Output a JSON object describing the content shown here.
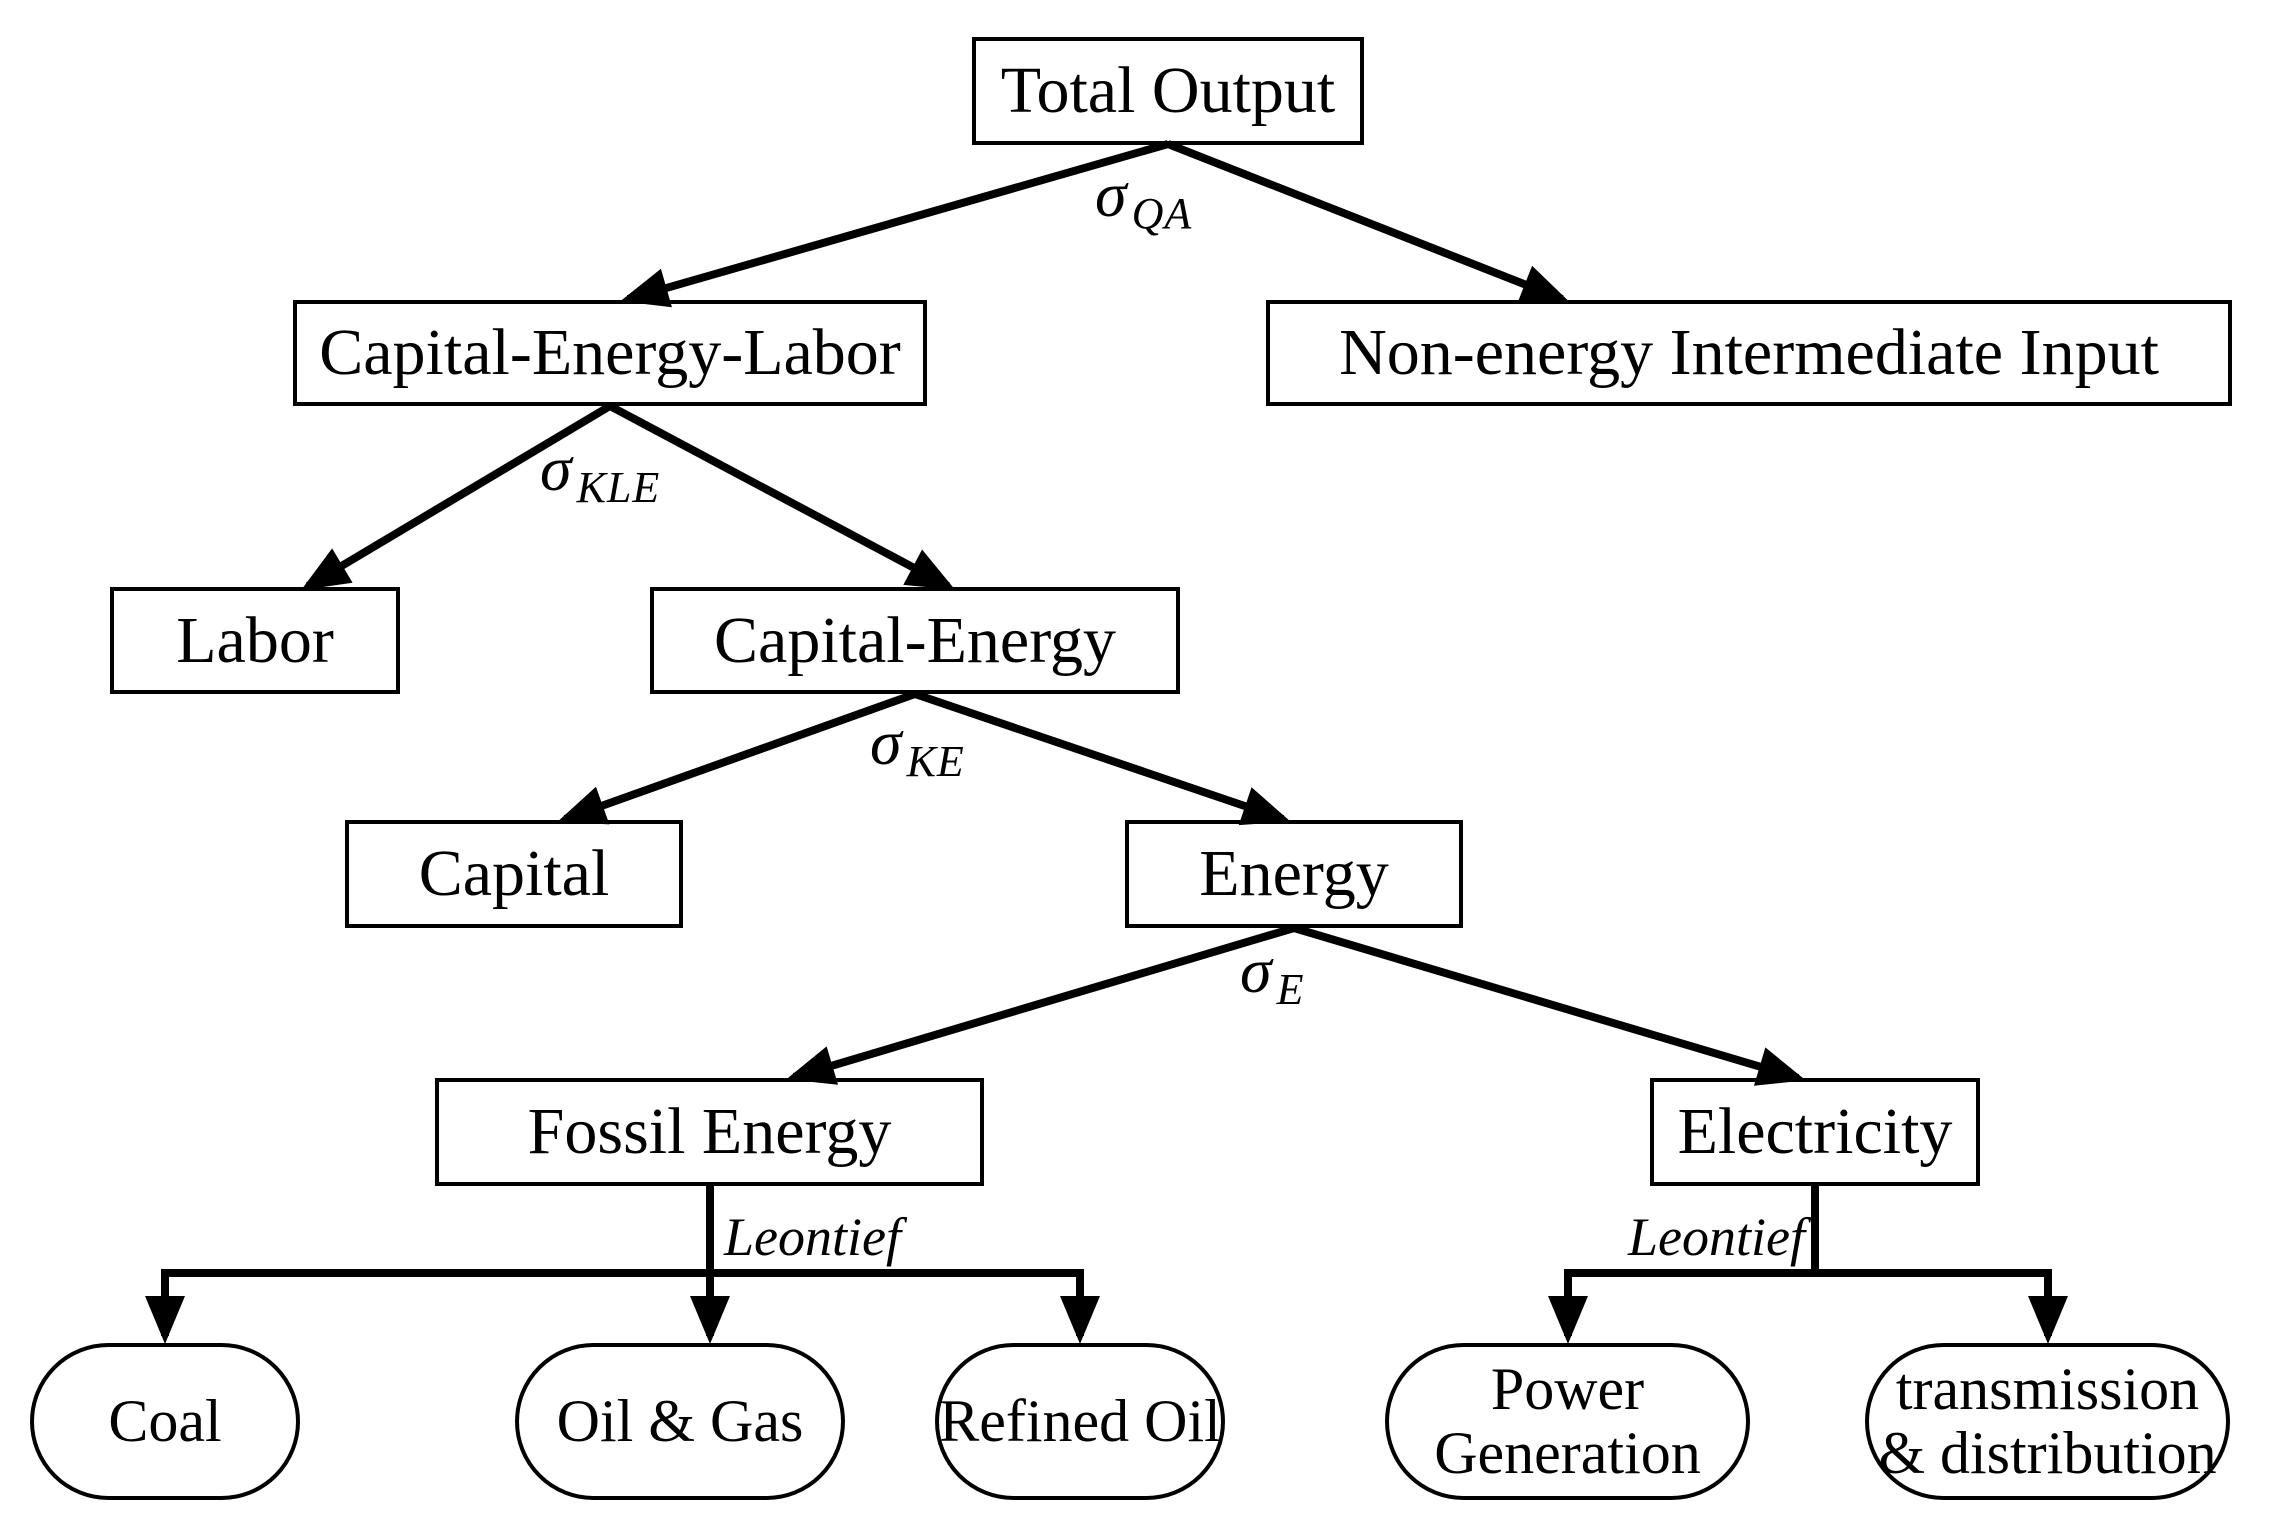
{
  "diagram": {
    "type": "tree",
    "description_hint": "Nested CES production structure tree",
    "colors": {
      "line": "#000000",
      "background": "#ffffff",
      "text": "#000000"
    },
    "nodes": {
      "total_output": {
        "label": "Total Output",
        "shape": "rect"
      },
      "capital_energy_labor": {
        "label": "Capital-Energy-Labor",
        "shape": "rect"
      },
      "non_energy": {
        "label": "Non-energy Intermediate Input",
        "shape": "rect"
      },
      "labor": {
        "label": "Labor",
        "shape": "rect"
      },
      "capital_energy": {
        "label": "Capital-Energy",
        "shape": "rect"
      },
      "capital": {
        "label": "Capital",
        "shape": "rect"
      },
      "energy": {
        "label": "Energy",
        "shape": "rect"
      },
      "fossil_energy": {
        "label": "Fossil Energy",
        "shape": "rect"
      },
      "electricity": {
        "label": "Electricity",
        "shape": "rect"
      },
      "coal": {
        "label": "Coal",
        "shape": "oval"
      },
      "oil_gas": {
        "label": "Oil & Gas",
        "shape": "oval"
      },
      "refined_oil": {
        "label": "Refined Oil",
        "shape": "oval"
      },
      "power_generation": {
        "label": "Power\nGeneration",
        "shape": "oval"
      },
      "transmission_distribution": {
        "label": "transmission\n& distribution",
        "shape": "oval"
      }
    },
    "elasticities": {
      "qa": {
        "symbol": "σ",
        "sub": "QA"
      },
      "kle": {
        "symbol": "σ",
        "sub": "KLE"
      },
      "ke": {
        "symbol": "σ",
        "sub": "KE"
      },
      "e": {
        "symbol": "σ",
        "sub": "E"
      },
      "leontief_fossil": {
        "label": "Leontief"
      },
      "leontief_electricity": {
        "label": "Leontief"
      }
    },
    "edges": [
      {
        "from": "total_output",
        "to": "capital_energy_labor",
        "elasticity": "qa"
      },
      {
        "from": "total_output",
        "to": "non_energy",
        "elasticity": "qa"
      },
      {
        "from": "capital_energy_labor",
        "to": "labor",
        "elasticity": "kle"
      },
      {
        "from": "capital_energy_labor",
        "to": "capital_energy",
        "elasticity": "kle"
      },
      {
        "from": "capital_energy",
        "to": "capital",
        "elasticity": "ke"
      },
      {
        "from": "capital_energy",
        "to": "energy",
        "elasticity": "ke"
      },
      {
        "from": "energy",
        "to": "fossil_energy",
        "elasticity": "e"
      },
      {
        "from": "energy",
        "to": "electricity",
        "elasticity": "e"
      },
      {
        "from": "fossil_energy",
        "to": "coal",
        "elasticity": "leontief_fossil"
      },
      {
        "from": "fossil_energy",
        "to": "oil_gas",
        "elasticity": "leontief_fossil"
      },
      {
        "from": "fossil_energy",
        "to": "refined_oil",
        "elasticity": "leontief_fossil"
      },
      {
        "from": "electricity",
        "to": "power_generation",
        "elasticity": "leontief_electricity"
      },
      {
        "from": "electricity",
        "to": "transmission_distribution",
        "elasticity": "leontief_electricity"
      }
    ]
  }
}
